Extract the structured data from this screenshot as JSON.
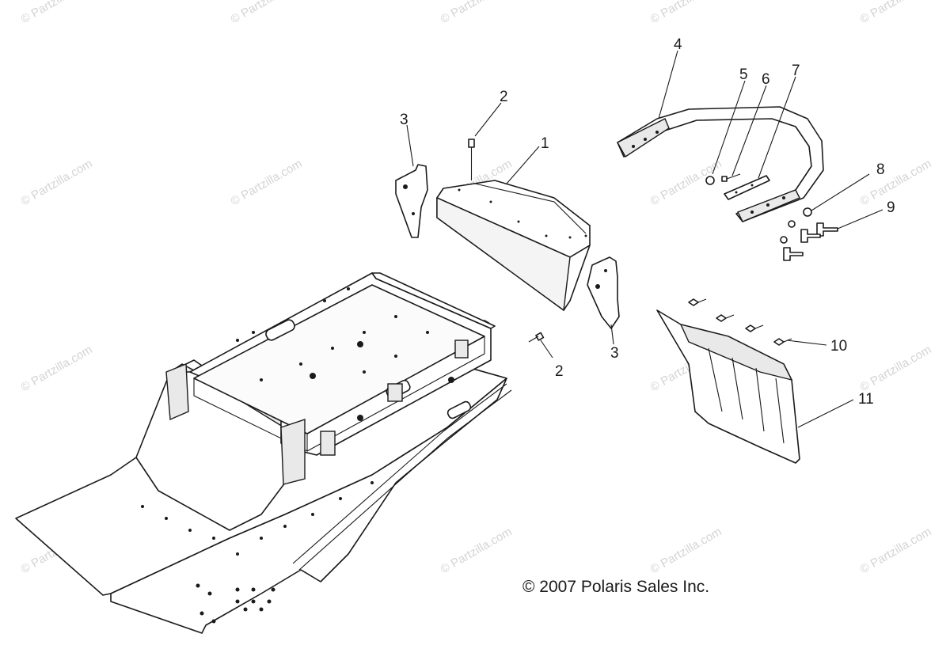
{
  "watermark": {
    "text": "© Partzilla.com",
    "color": "#d4d4d4"
  },
  "copyright": "© 2007 Polaris Sales Inc.",
  "callouts": [
    {
      "id": "c1",
      "label": "1"
    },
    {
      "id": "c2a",
      "label": "2"
    },
    {
      "id": "c2b",
      "label": "2"
    },
    {
      "id": "c3a",
      "label": "3"
    },
    {
      "id": "c3b",
      "label": "3"
    },
    {
      "id": "c4",
      "label": "4"
    },
    {
      "id": "c5",
      "label": "5"
    },
    {
      "id": "c6",
      "label": "6"
    },
    {
      "id": "c7",
      "label": "7"
    },
    {
      "id": "c8",
      "label": "8"
    },
    {
      "id": "c9",
      "label": "9"
    },
    {
      "id": "c10",
      "label": "10"
    },
    {
      "id": "c11",
      "label": "11"
    }
  ]
}
